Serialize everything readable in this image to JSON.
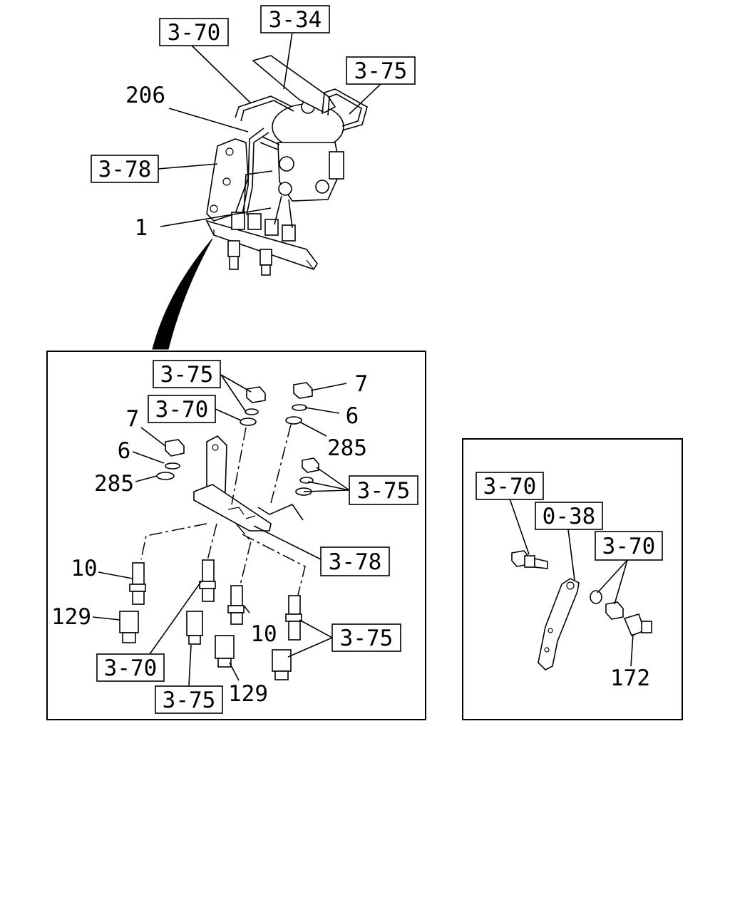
{
  "callouts": {
    "c_3_34": "3-34",
    "c_3_70_top": "3-70",
    "c_3_75_top": "3-75",
    "c_206": "206",
    "c_3_78_top": "3-78",
    "c_1": "1",
    "d_3_75_a": "3-75",
    "d_3_70_a": "3-70",
    "d_7_left": "7",
    "d_6_left": "6",
    "d_285_left": "285",
    "d_7_right": "7",
    "d_6_right": "6",
    "d_285_right": "285",
    "d_3_75_b": "3-75",
    "d_3_78": "3-78",
    "d_10_left": "10",
    "d_129_left": "129",
    "d_10_mid": "10",
    "d_3_75_c": "3-75",
    "d_3_70_b": "3-70",
    "d_3_75_d": "3-75",
    "d_129_mid": "129",
    "r_3_70_a": "3-70",
    "r_0_38": "0-38",
    "r_3_70_b": "3-70",
    "r_172": "172"
  }
}
